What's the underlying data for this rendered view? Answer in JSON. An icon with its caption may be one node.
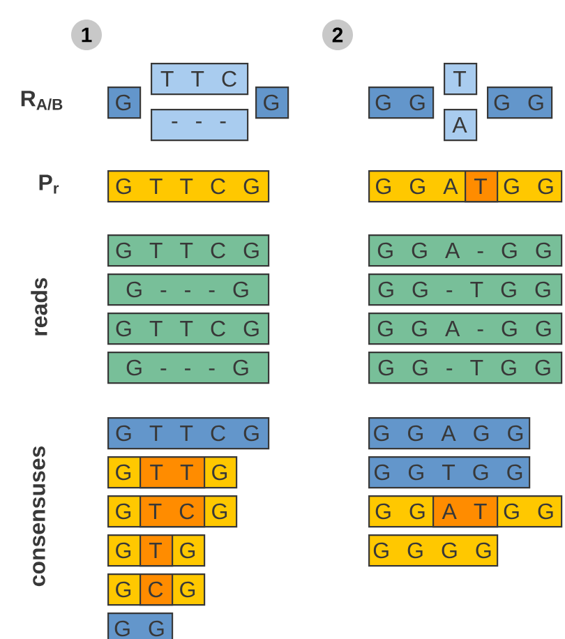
{
  "diagram": {
    "nodes": [
      {
        "text": [
          "1"
        ]
      },
      {
        "text": [
          "2"
        ]
      },
      {
        "text": [
          "G"
        ]
      },
      {
        "text": [
          "T T C"
        ]
      },
      {
        "text": [
          "- - -"
        ]
      },
      {
        "text": [
          "G"
        ]
      },
      {
        "text": [
          "G G"
        ]
      },
      {
        "text": [
          "T"
        ]
      },
      {
        "text": [
          "A"
        ]
      },
      {
        "text": [
          "G G"
        ]
      },
      {
        "text": [
          "G T T C G"
        ]
      },
      {
        "text": [
          "G G A",
          "G G"
        ]
      },
      {
        "text": [
          "T"
        ],
        "in": 11
      },
      {
        "text": [
          "G T T C G"
        ]
      },
      {
        "text": [
          "G G A - G G"
        ]
      },
      {
        "text": [
          "G - - - G"
        ]
      },
      {
        "text": [
          "G G - T G G"
        ]
      },
      {
        "text": [
          "G T T C G"
        ]
      },
      {
        "text": [
          "G G A - G G"
        ]
      },
      {
        "text": [
          "G - - - G"
        ]
      },
      {
        "text": [
          "G G - T G G"
        ]
      },
      {
        "text": [
          "G T T C G"
        ]
      },
      {
        "text": [
          "G G A G G"
        ]
      },
      {
        "text": [
          "G",
          "G"
        ]
      },
      {
        "text": [
          "T T"
        ],
        "in": 23
      },
      {
        "text": [
          "G G T G G"
        ]
      },
      {
        "text": [
          "G",
          "G"
        ]
      },
      {
        "text": [
          "T C"
        ],
        "in": 26
      },
      {
        "text": [
          "G G",
          "G G"
        ]
      },
      {
        "text": [
          "A T"
        ],
        "in": 28
      },
      {
        "text": [
          "G",
          "G"
        ]
      },
      {
        "text": [
          "T"
        ],
        "in": 30
      },
      {
        "text": [
          "G G G G"
        ]
      },
      {
        "text": [
          "G",
          "G"
        ]
      },
      {
        "text": [
          "C"
        ],
        "in": 33
      },
      {
        "text": [
          "G G"
        ]
      }
    ],
    "labels": [
      "R$_{A/B}$",
      "P$_{r}$",
      "reads",
      "consensuses"
    ]
  }
}
